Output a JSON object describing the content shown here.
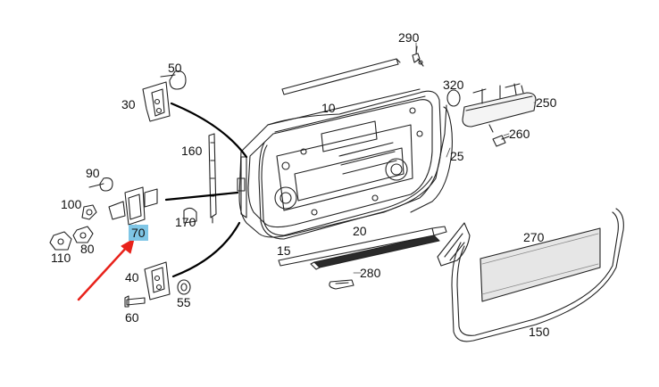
{
  "labels": {
    "p10": "10",
    "p15": "15",
    "p20": "20",
    "p25": "25",
    "p30": "30",
    "p40": "40",
    "p50": "50",
    "p55": "55",
    "p60": "60",
    "p70": "70",
    "p80": "80",
    "p90": "90",
    "p100": "100",
    "p110": "110",
    "p150": "150",
    "p160": "160",
    "p170": "170",
    "p250": "250",
    "p260": "260",
    "p270": "270",
    "p280": "280",
    "p290": "290",
    "p320": "320"
  },
  "highlight": {
    "part": "70",
    "color": "#7fc6e6"
  },
  "pointer_arrow": {
    "color": "#e8221b",
    "target": "70"
  }
}
